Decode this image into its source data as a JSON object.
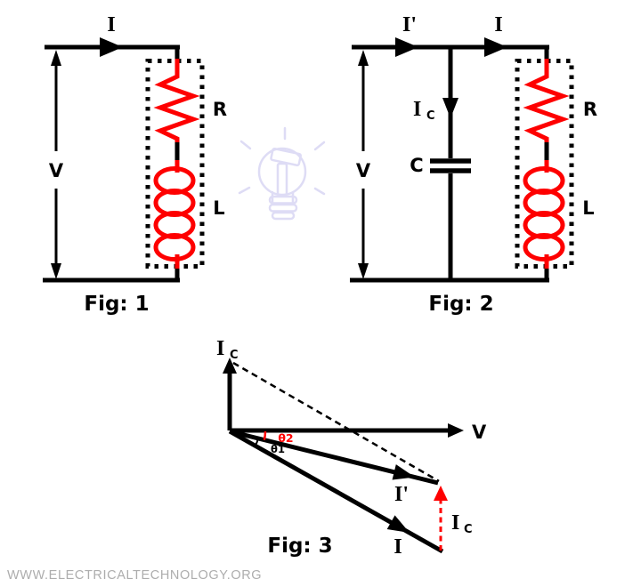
{
  "colors": {
    "component_red": "#fe0000",
    "wire_black": "#000000",
    "watermark_gray": "#adadad",
    "bulb_lavender": "#dedcf5"
  },
  "fig1": {
    "caption": "Fig: 1",
    "current_label": "I",
    "voltage_label": "V",
    "resistor_label": "R",
    "inductor_label": "L"
  },
  "fig2": {
    "caption": "Fig: 2",
    "source_current_label": "I'",
    "branch_current_label": "I",
    "cap_current_main": "I",
    "cap_current_sub": "C",
    "capacitor_label": "C",
    "voltage_label": "V",
    "resistor_label": "R",
    "inductor_label": "L"
  },
  "fig3": {
    "caption": "Fig: 3",
    "ic_axis_main": "I",
    "ic_axis_sub": "C",
    "voltage_axis_label": "V",
    "i_prime_label": "I'",
    "i_label": "I",
    "ic_component_main": "I",
    "ic_component_sub": "C",
    "theta1_label": "θ1",
    "theta2_label": "θ2"
  },
  "watermark": "WWW.ELECTRICALTECHNOLOGY.ORG"
}
